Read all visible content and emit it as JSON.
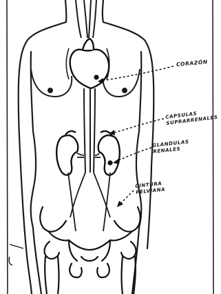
{
  "labels": {
    "corazon": [
      "CORAZÓN"
    ],
    "capsulas": [
      "CAPSULAS",
      "SUPRARRENALES"
    ],
    "glandulas": [
      "GLANDULAS",
      "RENALES"
    ],
    "cintura": [
      "CINTURA",
      "PELVIANA"
    ]
  },
  "colors": {
    "ink": "#161616",
    "paper": "#ffffff"
  }
}
